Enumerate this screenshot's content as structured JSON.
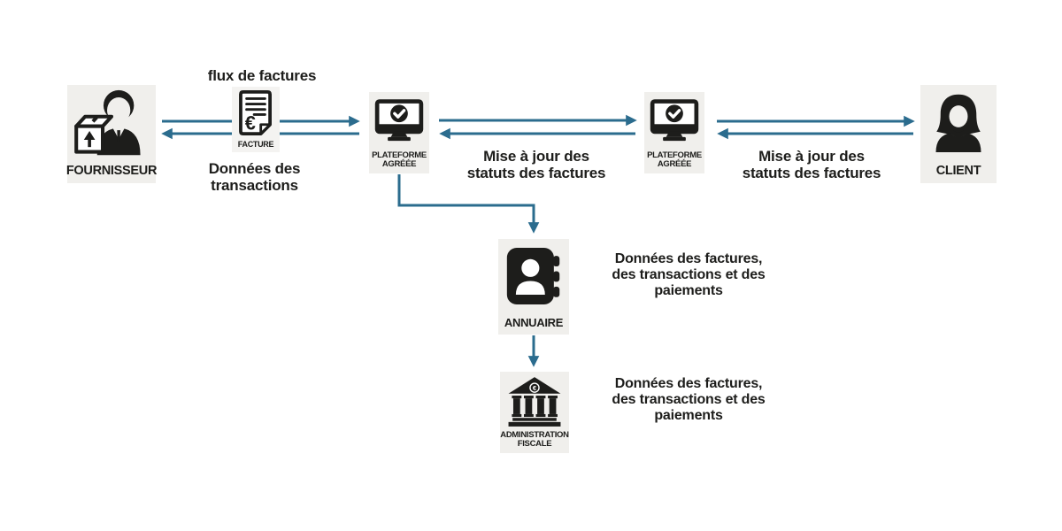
{
  "entities": {
    "fournisseur": {
      "label": "FOURNISSEUR",
      "icon": "supplier-person-with-package-icon"
    },
    "facture": {
      "label": "FACTURE",
      "icon": "invoice-document-euro-icon"
    },
    "plateforme_agreee_1": {
      "label_line1": "PLATEFORME",
      "label_line2": "AGRÉÉE",
      "icon": "monitor-checkmark-icon"
    },
    "plateforme_agreee_2": {
      "label_line1": "PLATEFORME",
      "label_line2": "AGRÉÉE",
      "icon": "monitor-checkmark-icon"
    },
    "client": {
      "label": "CLIENT",
      "icon": "client-woman-icon"
    },
    "annuaire": {
      "label": "ANNUAIRE",
      "icon": "address-book-icon"
    },
    "administration_fiscale": {
      "label_line1": "ADMINISTRATION",
      "label_line2": "FISCALE",
      "icon": "bank-building-euro-icon"
    }
  },
  "flow_labels": {
    "flux_de_factures": "flux de factures",
    "donnees_transactions": {
      "line1": "Données des",
      "line2": "transactions"
    },
    "mise_a_jour_statuts": {
      "line1": "Mise à jour des",
      "line2": "statuts des factures"
    },
    "donnees_factures_paiements": {
      "line1": "Données des factures,",
      "line2": "des transactions et des",
      "line3": "paiements"
    }
  },
  "colors": {
    "arrow": "#2b6c8e",
    "entity_background": "#f0efec",
    "facture_background": "#f4f3f1",
    "card_background": "#ffffff",
    "icon": "#1d1d1b",
    "text": "#1d1d1b"
  }
}
